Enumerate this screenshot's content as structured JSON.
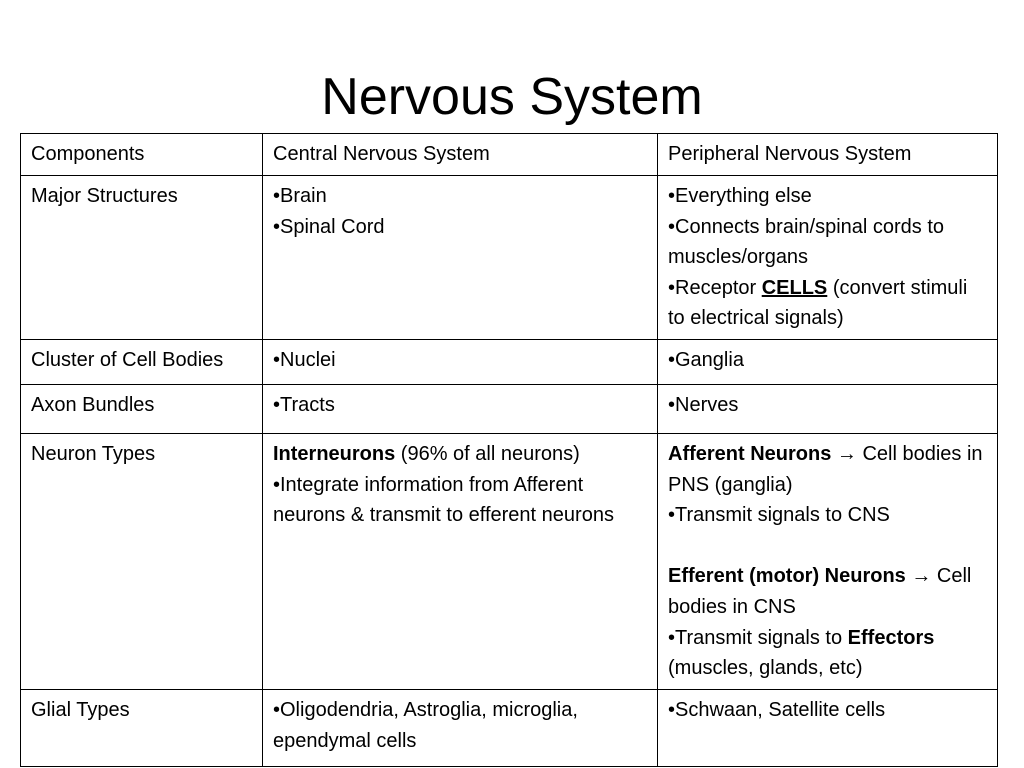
{
  "slide": {
    "title": "Nervous System"
  },
  "table": {
    "header": {
      "c1": "Components",
      "c2": "Central Nervous System",
      "c3": "Peripheral Nervous System"
    },
    "major": {
      "label": "Major Structures",
      "cns": [
        "•Brain",
        "•Spinal Cord"
      ],
      "pns_1": "•Everything else",
      "pns_2": "•Connects brain/spinal cords to muscles/organs",
      "pns_3_pre": "•Receptor ",
      "pns_3_em": "CELLS",
      "pns_3_post": " (convert stimuli to electrical signals)"
    },
    "cluster": {
      "label": "Cluster of Cell Bodies",
      "cns": "•Nuclei",
      "pns": "•Ganglia"
    },
    "axon": {
      "label": "Axon Bundles",
      "cns": "•Tracts",
      "pns": "•Nerves"
    },
    "neuron": {
      "label": "Neuron Types",
      "cns_em": "Interneurons",
      "cns_rest": " (96% of all neurons)",
      "cns_2": "•Integrate information from Afferent neurons & transmit to efferent neurons",
      "pns_aff_em": "Afferent Neurons ",
      "pns_aff_arrow": "→",
      "pns_aff_rest": " Cell bodies in PNS (ganglia)",
      "pns_aff_2": "•Transmit signals to CNS",
      "pns_eff_em": "Efferent (motor) Neurons ",
      "pns_eff_arrow": "→",
      "pns_eff_rest": " Cell bodies in CNS",
      "pns_eff_2_pre": "•Transmit signals to ",
      "pns_eff_2_em": "Effectors",
      "pns_eff_2_post": " (muscles, glands, etc)"
    },
    "glial": {
      "label": "Glial Types",
      "cns": "•Oligodendria, Astroglia, microglia, ependymal cells",
      "pns": "•Schwaan, Satellite cells"
    }
  }
}
